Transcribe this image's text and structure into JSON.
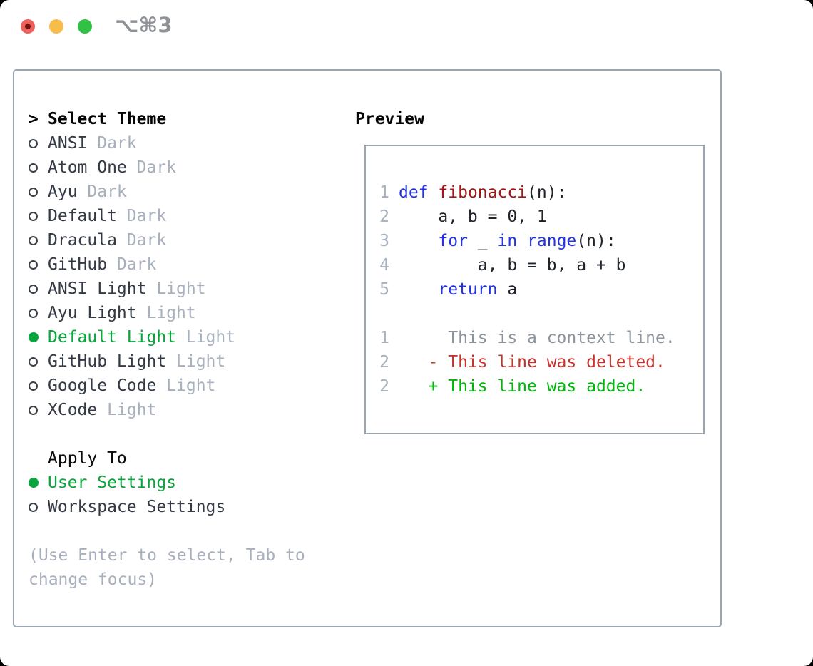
{
  "window": {
    "title": "⌥⌘3"
  },
  "colors": {
    "panel_border": "#9aa5b2",
    "selection_green": "#0aa53c",
    "diff_added_green": "#00b80a",
    "diff_deleted_red": "#c4342c",
    "keyword_blue": "#2434e4",
    "function_red": "#a31616",
    "muted_gray": "#a7b0bc",
    "context_gray": "#8b939c",
    "traffic_red": "#f0605a",
    "traffic_yellow": "#f6bd4b",
    "traffic_green": "#31c243"
  },
  "theme_selector": {
    "title_prefix": ">",
    "title": "Select Theme",
    "themes": [
      {
        "name": "ANSI",
        "variant": "Dark",
        "selected": false
      },
      {
        "name": "Atom One",
        "variant": "Dark",
        "selected": false
      },
      {
        "name": "Ayu",
        "variant": "Dark",
        "selected": false
      },
      {
        "name": "Default",
        "variant": "Dark",
        "selected": false
      },
      {
        "name": "Dracula",
        "variant": "Dark",
        "selected": false
      },
      {
        "name": "GitHub",
        "variant": "Dark",
        "selected": false
      },
      {
        "name": "ANSI Light",
        "variant": "Light",
        "selected": false
      },
      {
        "name": "Ayu Light",
        "variant": "Light",
        "selected": false
      },
      {
        "name": "Default Light",
        "variant": "Light",
        "selected": true
      },
      {
        "name": "GitHub Light",
        "variant": "Light",
        "selected": false
      },
      {
        "name": "Google Code",
        "variant": "Light",
        "selected": false
      },
      {
        "name": "XCode",
        "variant": "Light",
        "selected": false
      }
    ]
  },
  "apply_to": {
    "title": "Apply To",
    "options": [
      {
        "name": "User Settings",
        "selected": true
      },
      {
        "name": "Workspace Settings",
        "selected": false
      }
    ]
  },
  "hint": "(Use Enter to select, Tab to change focus)",
  "preview": {
    "title": "Preview",
    "code_lines": [
      {
        "number": "1",
        "tokens": [
          {
            "text": "def",
            "color": "keyword"
          },
          {
            "text": " ",
            "color": "plain"
          },
          {
            "text": "fibonacci",
            "color": "function"
          },
          {
            "text": "(n):",
            "color": "plain"
          }
        ]
      },
      {
        "number": "2",
        "tokens": [
          {
            "text": "    a, b = 0, 1",
            "color": "plain"
          }
        ]
      },
      {
        "number": "3",
        "tokens": [
          {
            "text": "    ",
            "color": "plain"
          },
          {
            "text": "for",
            "color": "keyword"
          },
          {
            "text": " _ ",
            "color": "plain"
          },
          {
            "text": "in",
            "color": "keyword"
          },
          {
            "text": " ",
            "color": "plain"
          },
          {
            "text": "range",
            "color": "keyword"
          },
          {
            "text": "(n):",
            "color": "plain"
          }
        ]
      },
      {
        "number": "4",
        "tokens": [
          {
            "text": "        a, b = b, a + b",
            "color": "plain"
          }
        ]
      },
      {
        "number": "5",
        "tokens": [
          {
            "text": "    ",
            "color": "plain"
          },
          {
            "text": "return",
            "color": "keyword"
          },
          {
            "text": " a",
            "color": "plain"
          }
        ]
      },
      {
        "number": "",
        "tokens": []
      },
      {
        "number": "1",
        "tokens": [
          {
            "text": "     This is a context line.",
            "color": "context"
          }
        ]
      },
      {
        "number": "2",
        "tokens": [
          {
            "text": "   - This line was deleted.",
            "color": "deleted"
          }
        ]
      },
      {
        "number": "2",
        "tokens": [
          {
            "text": "   + This line was added.",
            "color": "added"
          }
        ]
      }
    ]
  }
}
